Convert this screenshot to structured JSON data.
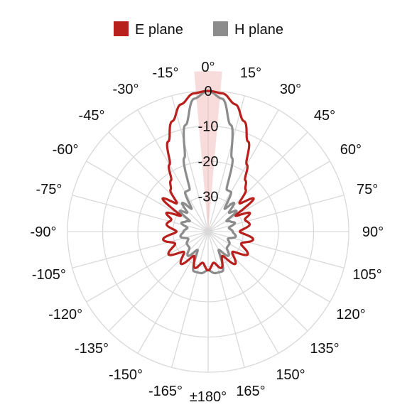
{
  "chart_data": {
    "type": "polar-line",
    "title": "",
    "angular_unit": "degrees",
    "radial_unit": "dB",
    "radial_range": [
      -40,
      0
    ],
    "radial_ticks": [
      0,
      -10,
      -20,
      -30
    ],
    "radial_tick_labels": [
      "0",
      "-10",
      "-20",
      "-30"
    ],
    "angle_ticks": [
      0,
      15,
      30,
      45,
      60,
      75,
      90,
      105,
      120,
      135,
      150,
      165,
      180,
      -165,
      -150,
      -135,
      -120,
      -105,
      -90,
      -75,
      -60,
      -45,
      -30,
      -15
    ],
    "angle_tick_labels": [
      "0°",
      "15°",
      "30°",
      "45°",
      "60°",
      "75°",
      "90°",
      "105°",
      "120°",
      "135°",
      "150°",
      "165°",
      "±180°",
      "-165°",
      "-150°",
      "-135°",
      "-120°",
      "-105°",
      "-90°",
      "-75°",
      "-60°",
      "-45°",
      "-30°",
      "-15°"
    ],
    "grid": true,
    "legend_position": "top-center",
    "colors": {
      "e_plane": "#b7201c",
      "h_plane": "#8c8c8c",
      "beam_highlight": "#f1b9b9",
      "grid": "#d9d9d9"
    },
    "highlight_sector": {
      "from_deg": -5,
      "to_deg": 5
    },
    "series": [
      {
        "name": "E plane",
        "angles": [
          -90,
          -80,
          -72,
          -66,
          -60,
          -54,
          -48,
          -42,
          -36,
          -30,
          -24,
          -18,
          -12,
          -6,
          0,
          6,
          12,
          18,
          24,
          30,
          36,
          42,
          48,
          54,
          60,
          66,
          72,
          80,
          90,
          100,
          110,
          120,
          130,
          140,
          150,
          160,
          170,
          180,
          -170,
          -160,
          -150,
          -140,
          -130,
          -120,
          -110,
          -100
        ],
        "values": [
          -31,
          -28,
          -29,
          -27,
          -31,
          -24,
          -28,
          -24,
          -22,
          -18,
          -12,
          -7,
          -3,
          -0.5,
          0,
          -0.5,
          -3,
          -7,
          -12,
          -18,
          -22,
          -24,
          -28,
          -24,
          -31,
          -27,
          -29,
          -28,
          -31,
          -27,
          -30,
          -27,
          -31,
          -28,
          -32,
          -29,
          -31,
          -29,
          -31,
          -29,
          -32,
          -28,
          -31,
          -27,
          -30,
          -27
        ]
      },
      {
        "name": "H plane",
        "angles": [
          -90,
          -80,
          -72,
          -66,
          -60,
          -54,
          -48,
          -42,
          -36,
          -30,
          -24,
          -18,
          -12,
          -6,
          0,
          6,
          12,
          18,
          24,
          30,
          36,
          42,
          48,
          54,
          60,
          66,
          72,
          80,
          90,
          100,
          110,
          120,
          130,
          140,
          150,
          160,
          170,
          180,
          -170,
          -160,
          -150,
          -140,
          -130,
          -120,
          -110,
          -100
        ],
        "values": [
          -33,
          -34,
          -32,
          -33,
          -34,
          -30,
          -32,
          -29,
          -32,
          -27,
          -27,
          -18,
          -9,
          -2,
          0,
          -2,
          -9,
          -18,
          -27,
          -27,
          -32,
          -29,
          -32,
          -30,
          -34,
          -33,
          -32,
          -34,
          -33,
          -32,
          -34,
          -33,
          -33,
          -31,
          -34,
          -28,
          -28,
          -29,
          -28,
          -28,
          -34,
          -31,
          -33,
          -33,
          -34,
          -32
        ]
      }
    ]
  }
}
